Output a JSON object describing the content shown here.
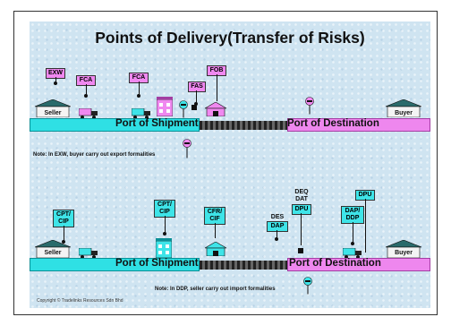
{
  "title": "Points of Delivery(Transfer of Risks)",
  "top": {
    "seller": "Seller",
    "buyer": "Buyer",
    "port_shipment": "Port of Shipment",
    "port_destination": "Port of Destination",
    "terms": [
      "EXW",
      "FCA",
      "FCA",
      "FAS",
      "FOB"
    ],
    "note": "Note: In EXW, buyer carry out export formalities"
  },
  "bottom": {
    "seller": "Seller",
    "buyer": "Buyer",
    "port_shipment": "Port of Shipment",
    "port_destination": "Port of Destination",
    "terms": [
      "CPT/\nCIP",
      "CPT/\nCIP",
      "CFR/\nCIF",
      "DES",
      "DAP",
      "DEQ\nDAT",
      "DPU",
      "DAP/\nDDP",
      "DPU"
    ],
    "note": "Note: In DDP, seller carry out import formalities"
  },
  "copyright": "Copyright © Tradelinks Resources Sdn Bhd",
  "colors": {
    "shipment_bar": "#2fe0e4",
    "destination_bar": "#ee87ee",
    "background": "#cfe4f1"
  }
}
